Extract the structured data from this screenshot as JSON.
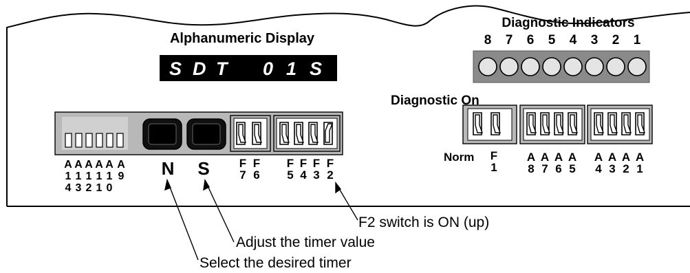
{
  "panel": {
    "display_title": "Alphanumeric Display",
    "display_chars": [
      "S",
      "D",
      "T",
      "",
      "0",
      "1",
      "S"
    ],
    "diag_title": "Diagnostic Indicators",
    "diag_numbers": [
      "8",
      "7",
      "6",
      "5",
      "4",
      "3",
      "2",
      "1"
    ],
    "diag_on_label": "Diagnostic On",
    "norm_label": "Norm",
    "buttons": {
      "n": "N",
      "s": "S"
    },
    "left_columns": [
      [
        "A",
        "1",
        "4"
      ],
      [
        "A",
        "1",
        "3"
      ],
      [
        "A",
        "1",
        "2"
      ],
      [
        "A",
        "1",
        "1"
      ],
      [
        "A",
        "1",
        "0"
      ],
      [
        "A",
        "9",
        ""
      ]
    ],
    "f76_columns": [
      [
        "F",
        "7"
      ],
      [
        "F",
        "6"
      ]
    ],
    "f5432_columns": [
      [
        "F",
        "5"
      ],
      [
        "F",
        "4"
      ],
      [
        "F",
        "3"
      ],
      [
        "F",
        "2"
      ]
    ],
    "f1_column": [
      "F",
      "1"
    ],
    "a8765_columns": [
      [
        "A",
        "8"
      ],
      [
        "A",
        "7"
      ],
      [
        "A",
        "6"
      ],
      [
        "A",
        "5"
      ]
    ],
    "a4321_columns": [
      [
        "A",
        "4"
      ],
      [
        "A",
        "3"
      ],
      [
        "A",
        "2"
      ],
      [
        "A",
        "1"
      ]
    ]
  },
  "callouts": {
    "f2": "F2 switch is ON (up)",
    "s": "Adjust the timer value",
    "n": "Select the desired timer"
  },
  "colors": {
    "led_fill": "#e4e4e4",
    "switch_box": "#b8b8b8",
    "display_bg": "#000000",
    "button_bg": "#101010"
  }
}
